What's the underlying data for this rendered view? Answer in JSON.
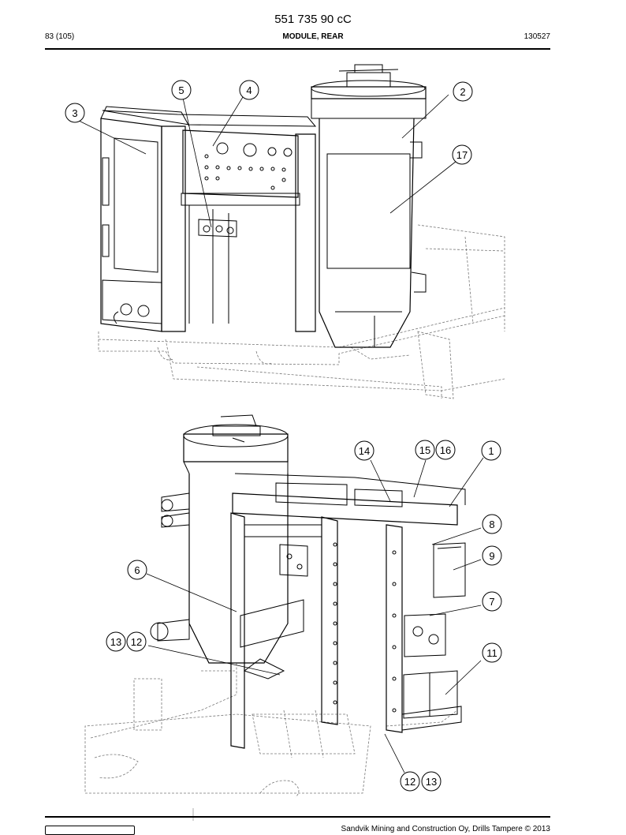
{
  "header": {
    "doc_code": "551 735 90 cC",
    "page": "83 (105)",
    "title": "MODULE, REAR",
    "date_code": "130527"
  },
  "footer": {
    "copyright": "Sandvik Mining and Construction Oy, Drills Tampere © 2013"
  },
  "callouts": {
    "c2": "2",
    "c3": "3",
    "c4": "4",
    "c5": "5",
    "c17": "17",
    "c14": "14",
    "c15": "15",
    "c16": "16",
    "c1": "1",
    "c8": "8",
    "c9": "9",
    "c7": "7",
    "c6": "6",
    "c11": "11",
    "c13a": "13",
    "c12a": "12",
    "c12b": "12",
    "c13b": "13"
  }
}
